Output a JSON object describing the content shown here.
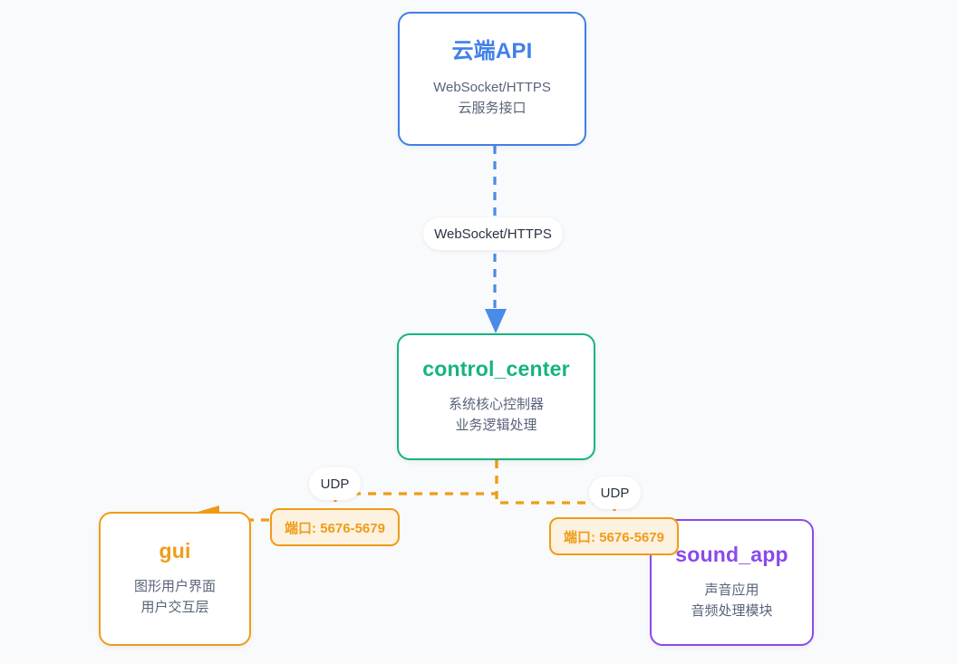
{
  "diagram": {
    "background_color": "#f9fafc",
    "type": "architecture-flow-diagram",
    "nodes": [
      {
        "id": "cloud-api",
        "title": "云端API",
        "subtitle_lines": [
          "WebSocket/HTTPS",
          "云服务接口"
        ],
        "border_color": "#4080e8",
        "title_color": "#4080e8"
      },
      {
        "id": "control-center",
        "title": "control_center",
        "subtitle_lines": [
          "系统核心控制器",
          "业务逻辑处理"
        ],
        "border_color": "#15b47e",
        "title_color": "#15b47e"
      },
      {
        "id": "gui",
        "title": "gui",
        "subtitle_lines": [
          "图形用户界面",
          "用户交互层"
        ],
        "border_color": "#ef9c18",
        "title_color": "#ef9c18"
      },
      {
        "id": "sound-app",
        "title": "sound_app",
        "subtitle_lines": [
          "声音应用",
          "音频处理模块"
        ],
        "border_color": "#8c4ae8",
        "title_color": "#8c4ae8"
      }
    ],
    "edges": [
      {
        "id": "cloud-to-control",
        "from": "cloud-api",
        "to": "control-center",
        "label": "WebSocket/HTTPS",
        "color": "#4a8ae8",
        "style": "dashed",
        "arrow": "down"
      },
      {
        "id": "control-to-gui",
        "from": "control-center",
        "to": "gui",
        "label": "UDP",
        "port_label": "端口: 5676-5679",
        "color": "#ef9c18",
        "style": "dashed",
        "arrow": "left"
      },
      {
        "id": "control-to-sound",
        "from": "control-center",
        "to": "sound-app",
        "label": "UDP",
        "port_label": "端口: 5676-5679",
        "color": "#ef9c18",
        "style": "dashed",
        "arrow": "right"
      }
    ]
  }
}
